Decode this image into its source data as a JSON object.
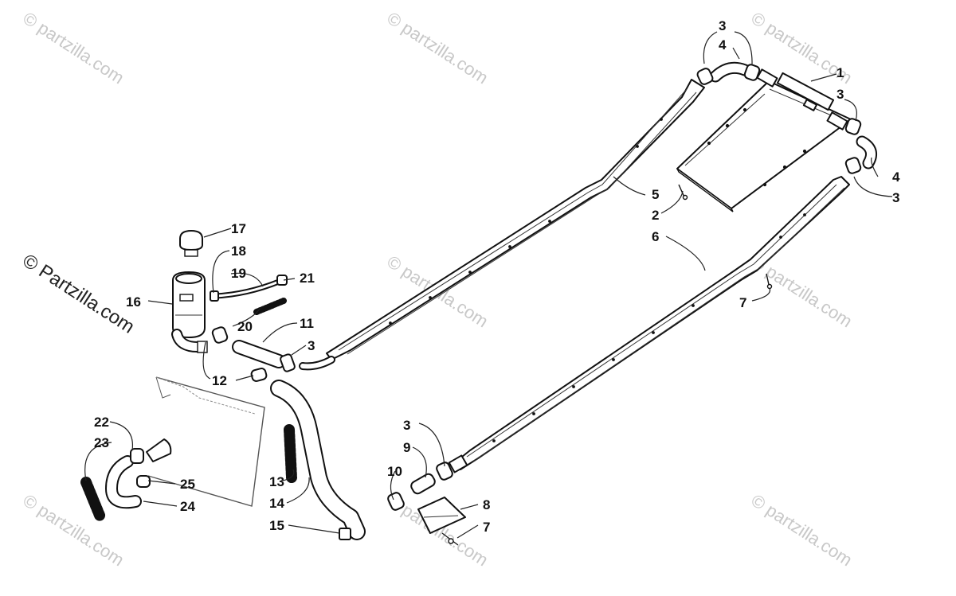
{
  "watermark": {
    "main_text": "© Partzilla.com",
    "faint_text": "© partzilla.com"
  },
  "labels": {
    "p1": "1",
    "p2": "2",
    "p3a": "3",
    "p3b": "3",
    "p3c": "3",
    "p3d": "3",
    "p3e": "3",
    "p4a": "4",
    "p4b": "4",
    "p5": "5",
    "p6": "6",
    "p7a": "7",
    "p7b": "7",
    "p8": "8",
    "p9": "9",
    "p10": "10",
    "p11": "11",
    "p12": "12",
    "p13": "13",
    "p14": "14",
    "p15": "15",
    "p16": "16",
    "p17": "17",
    "p18": "18",
    "p19": "19",
    "p20": "20",
    "p21": "21",
    "p22": "22",
    "p23": "23",
    "p24": "24",
    "p25": "25"
  },
  "colors": {
    "line": "#111111",
    "watermark": "#c8c8c8"
  }
}
